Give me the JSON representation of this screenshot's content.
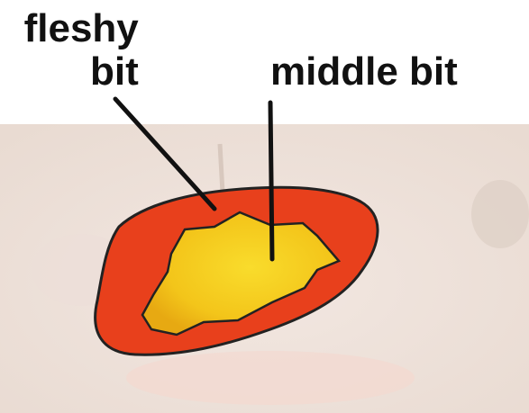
{
  "labels": {
    "fleshy_line1": "fleshy",
    "fleshy_line2": "bit",
    "middle": "middle bit"
  },
  "colors": {
    "background_paper": "#efe3dc",
    "fleshy_red": "#e8401c",
    "middle_yellow": "#f7d21e",
    "outline": "#222222",
    "text": "#111111"
  }
}
